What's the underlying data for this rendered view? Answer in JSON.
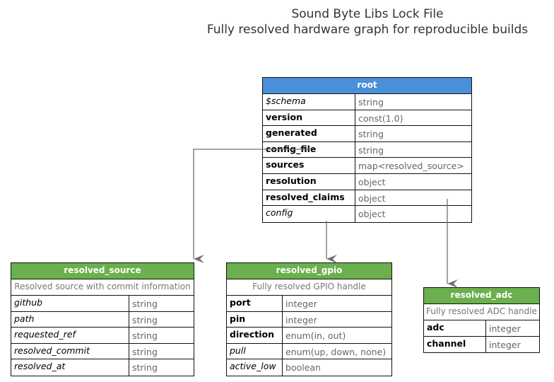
{
  "title": "Sound Byte Libs Lock File",
  "subtitle": "Fully resolved hardware graph for reproducible builds",
  "colors": {
    "root_header": "#4a90d9",
    "def_header": "#6ab04c",
    "edge": "#707070",
    "border": "#111111"
  },
  "entities": {
    "root": {
      "name": "root",
      "fields": [
        {
          "name": "$schema",
          "type": "string",
          "required": false
        },
        {
          "name": "version",
          "type": "const(1.0)",
          "required": true
        },
        {
          "name": "generated",
          "type": "string",
          "required": true
        },
        {
          "name": "config_file",
          "type": "string",
          "required": true
        },
        {
          "name": "sources",
          "type": "map<resolved_source>",
          "required": true
        },
        {
          "name": "resolution",
          "type": "object",
          "required": true
        },
        {
          "name": "resolved_claims",
          "type": "object",
          "required": true
        },
        {
          "name": "config",
          "type": "object",
          "required": false
        }
      ]
    },
    "resolved_source": {
      "name": "resolved_source",
      "description": "Resolved source with commit information",
      "fields": [
        {
          "name": "github",
          "type": "string",
          "required": false
        },
        {
          "name": "path",
          "type": "string",
          "required": false
        },
        {
          "name": "requested_ref",
          "type": "string",
          "required": false
        },
        {
          "name": "resolved_commit",
          "type": "string",
          "required": false
        },
        {
          "name": "resolved_at",
          "type": "string",
          "required": false
        }
      ]
    },
    "resolved_gpio": {
      "name": "resolved_gpio",
      "description": "Fully resolved GPIO handle",
      "fields": [
        {
          "name": "port",
          "type": "integer",
          "required": true
        },
        {
          "name": "pin",
          "type": "integer",
          "required": true
        },
        {
          "name": "direction",
          "type": "enum(in, out)",
          "required": true
        },
        {
          "name": "pull",
          "type": "enum(up, down, none)",
          "required": false
        },
        {
          "name": "active_low",
          "type": "boolean",
          "required": false
        }
      ]
    },
    "resolved_adc": {
      "name": "resolved_adc",
      "description": "Fully resolved ADC handle",
      "fields": [
        {
          "name": "adc",
          "type": "integer",
          "required": true
        },
        {
          "name": "channel",
          "type": "integer",
          "required": true
        }
      ]
    }
  },
  "edges": [
    {
      "from": "root.config_file",
      "to": "resolved_source"
    },
    {
      "from": "root.resolved_claims",
      "to": "resolved_gpio"
    },
    {
      "from": "root.resolved_claims",
      "to": "resolved_adc"
    }
  ]
}
